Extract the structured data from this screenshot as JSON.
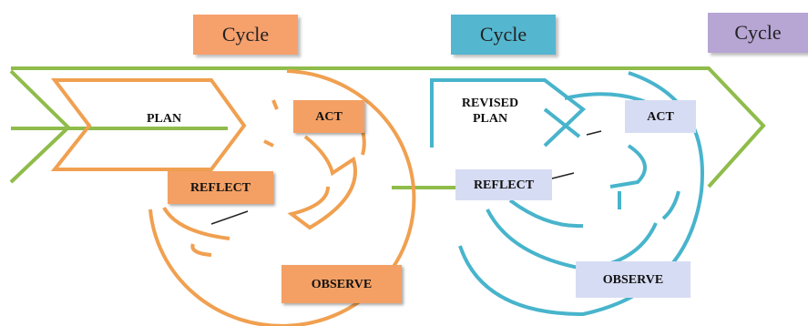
{
  "cycles": [
    {
      "label": "Cycle",
      "color": "#f6a06c"
    },
    {
      "label": "Cycle",
      "color": "#55b6cf"
    },
    {
      "label": "Cycle",
      "color": "#b7a5d4"
    }
  ],
  "cycle1": {
    "plan": "PLAN",
    "act": "ACT",
    "reflect": "REFLECT",
    "observe": "OBSERVE",
    "color": "#f0a050"
  },
  "cycle2": {
    "plan_line1": "REVISED",
    "plan_line2": "PLAN",
    "act": "ACT",
    "reflect": "REFLECT",
    "observe": "OBSERVE",
    "color": "#48b4cc"
  },
  "arrow_color": "#8fbc4a"
}
